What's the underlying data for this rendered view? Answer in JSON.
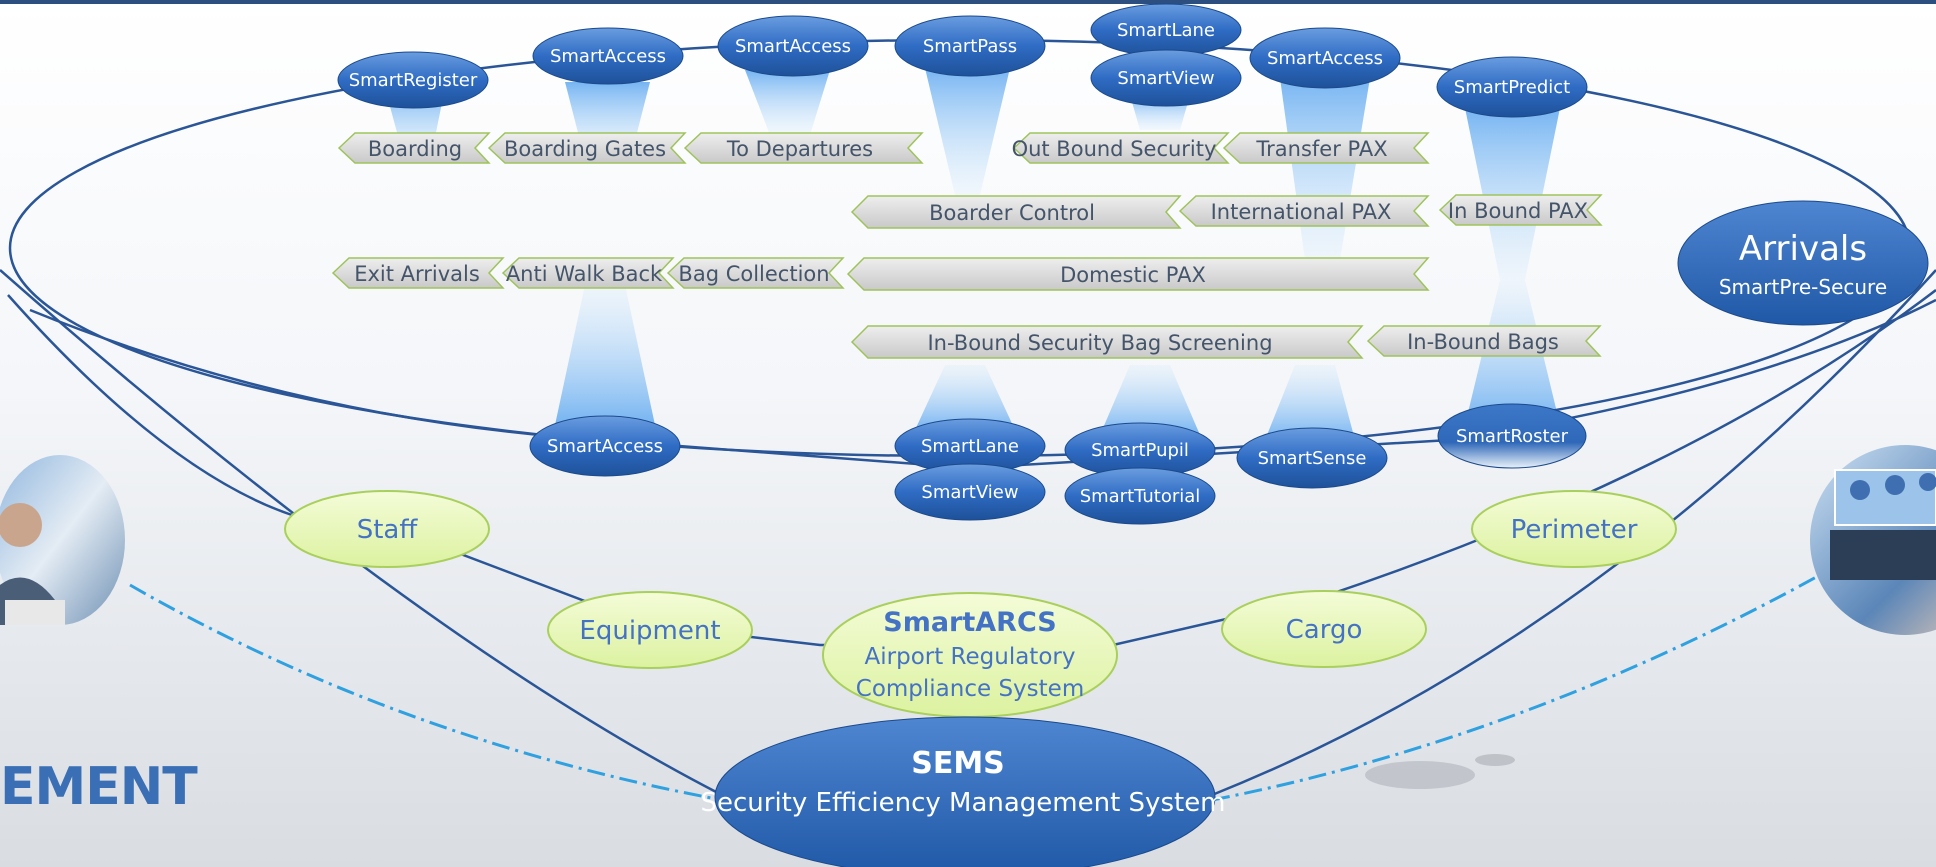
{
  "core": {
    "title": "SEMS",
    "subtitle": "Security Efficiency Management System"
  },
  "compliance": {
    "title": "SmartARCS",
    "line1": "Airport Regulatory",
    "line2": "Compliance System"
  },
  "arrivals": {
    "title": "Arrivals",
    "subtitle": "SmartPre-Secure"
  },
  "stakeholders": [
    "Staff",
    "Equipment",
    "Cargo",
    "Perimeter"
  ],
  "top_modules": [
    "SmartRegister",
    "SmartAccess",
    "SmartAccess",
    "SmartPass",
    "SmartLane",
    "SmartView",
    "SmartAccess",
    "SmartPredict"
  ],
  "bottom_modules": [
    "SmartAccess",
    "SmartLane",
    "SmartView",
    "SmartPupil",
    "SmartTutorial",
    "SmartSense",
    "SmartRoster"
  ],
  "zones": [
    "Boarding",
    "Boarding Gates",
    "To Departures",
    "Out Bound Security",
    "Transfer PAX",
    "Boarder Control",
    "International PAX",
    "In Bound PAX",
    "Exit Arrivals",
    "Anti Walk Back",
    "Bag Collection",
    "Domestic PAX",
    "In-Bound Security Bag Screening",
    "In-Bound Bags"
  ],
  "brand_fragment": "EMENT"
}
